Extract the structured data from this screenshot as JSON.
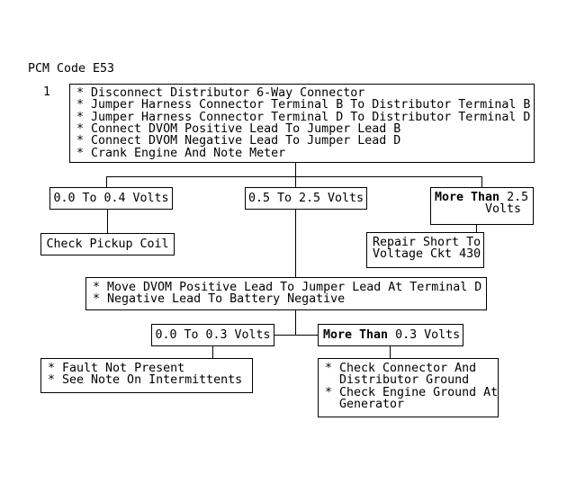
{
  "title": "PCM Code E53",
  "step_label": "1",
  "colors": {
    "background": "#ffffff",
    "line": "#000000",
    "text": "#000000"
  },
  "boxes": {
    "step1": {
      "lines": [
        "* Disconnect Distributor 6-Way Connector",
        "* Jumper Harness Connector Terminal B To Distributor Terminal B",
        "* Jumper Harness Connector Terminal D To Distributor Terminal D",
        "* Connect DVOM Positive Lead To Jumper Lead B",
        "* Connect DVOM Negative Lead To Jumper Lead D",
        "* Crank Engine And Note Meter"
      ]
    },
    "volts_0_0_to_0_4": {
      "label": "0.0 To 0.4 Volts"
    },
    "volts_0_5_to_2_5": {
      "label": "0.5 To 2.5 Volts"
    },
    "more_than_2_5": {
      "bold": "More Than",
      "rest": " 2.5",
      "line2": "Volts"
    },
    "check_pickup_coil": {
      "label": "Check Pickup Coil"
    },
    "repair_short": {
      "lines": [
        "Repair Short To",
        "Voltage Ckt 430"
      ]
    },
    "move_dvom": {
      "lines": [
        "* Move DVOM Positive Lead To Jumper Lead At Terminal D",
        "* Negative Lead To Battery Negative"
      ]
    },
    "volts_0_0_to_0_3": {
      "label": "0.0 To 0.3 Volts"
    },
    "more_than_0_3": {
      "bold": "More Than",
      "rest": " 0.3 Volts"
    },
    "fault_not_present": {
      "lines": [
        "* Fault Not Present",
        "* See Note On Intermittents"
      ]
    },
    "check_ground": {
      "lines": [
        "* Check Connector And",
        "  Distributor Ground",
        "* Check Engine Ground At",
        "  Generator"
      ]
    }
  }
}
